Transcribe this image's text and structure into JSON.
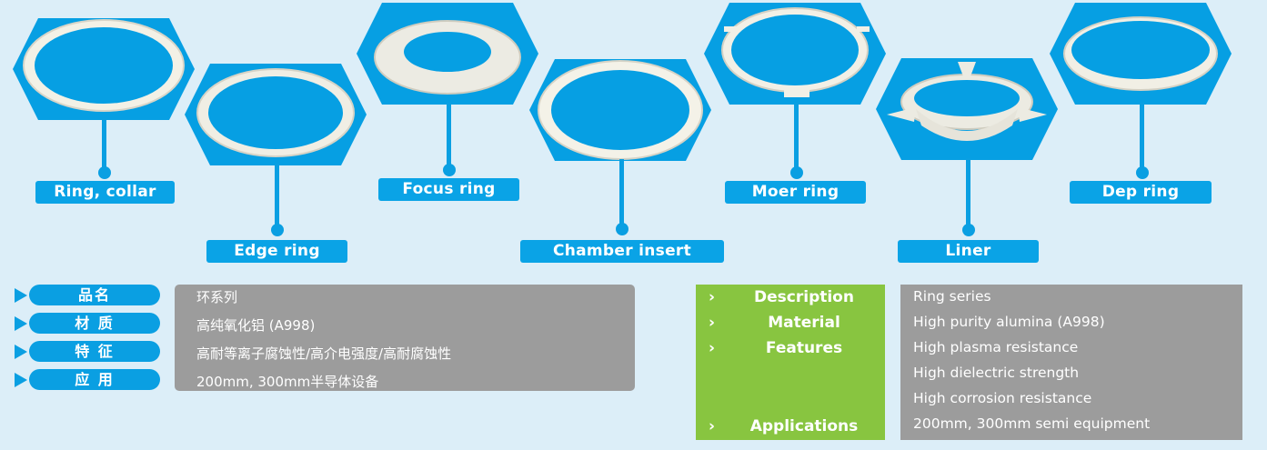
{
  "products": [
    {
      "label": "Ring, collar",
      "icon": "ring-collar-image"
    },
    {
      "label": "Edge ring",
      "icon": "edge-ring-image"
    },
    {
      "label": "Focus ring",
      "icon": "focus-ring-image"
    },
    {
      "label": "Chamber insert",
      "icon": "chamber-insert-image"
    },
    {
      "label": "Moer ring",
      "icon": "moer-ring-image"
    },
    {
      "label": "Liner",
      "icon": "liner-image"
    },
    {
      "label": "Dep ring",
      "icon": "dep-ring-image"
    }
  ],
  "cn_table": {
    "keys": [
      "品名",
      "材 质",
      "特 征",
      "应 用"
    ],
    "values": [
      "环系列",
      "高纯氧化铝 (A998)",
      "高耐等离子腐蚀性/高介电强度/高耐腐蚀性",
      "200mm, 300mm半导体设备"
    ]
  },
  "en_table": {
    "keys": [
      "Description",
      "Material",
      "Features",
      "Applications"
    ],
    "values": [
      "Ring series",
      "High purity alumina (A998)",
      "High plasma resistance",
      "High dielectric strength",
      "High corrosion resistance",
      "200mm, 300mm semi equipment"
    ],
    "chevron": "›"
  },
  "colors": {
    "hex_blue": "#069fe3",
    "label_blue": "#0aa3e6",
    "green": "#88c540",
    "gray": "#9c9c9c",
    "background": "#dceef8"
  }
}
